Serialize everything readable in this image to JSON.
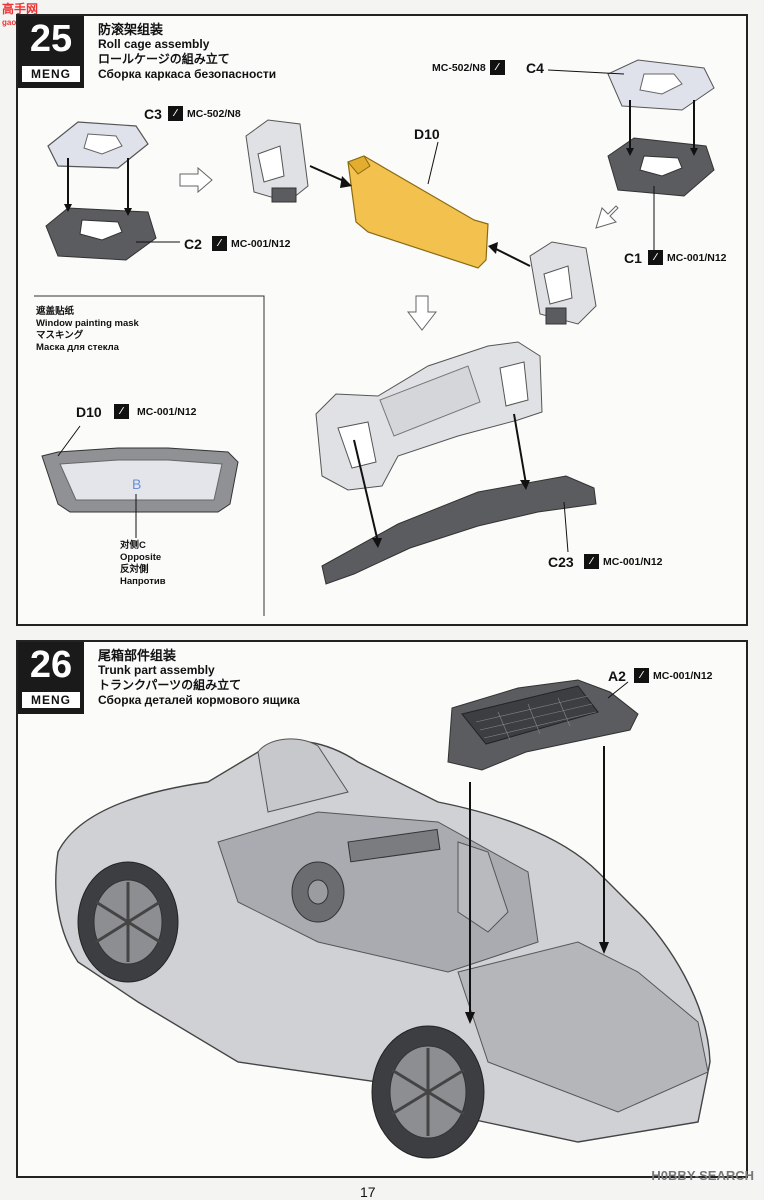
{
  "watermark_top": {
    "main": "高手网",
    "sub": "gao-shou.com"
  },
  "watermark_bottom": "H0BBY-SEARCH",
  "page_number": "17",
  "brand": "MENG",
  "step25": {
    "number": "25",
    "title_cn": "防滚架组装",
    "title_en": "Roll cage assembly",
    "title_jp": "ロールケージの組み立て",
    "title_ru": "Сборка каркаса безопасности",
    "parts": {
      "c3": "C3",
      "c4": "C4",
      "c2": "C2",
      "c1": "C1",
      "d10": "D10",
      "c23": "C23"
    },
    "paints": {
      "c3": "MC-502/N8",
      "c4": "MC-502/N8",
      "c2": "MC-001/N12",
      "c1": "MC-001/N12",
      "d10_mask": "MC-001/N12",
      "c23": "MC-001/N12"
    },
    "mask_box": {
      "title_cn": "遮盖贴纸",
      "title_en": "Window painting mask",
      "title_jp": "マスキング",
      "title_ru": "Маска для стекла",
      "part": "D10",
      "marker": "B",
      "opp_cn": "对侧C",
      "opp_en": "Opposite",
      "opp_jp": "反対側",
      "opp_ru": "Напротив"
    }
  },
  "step26": {
    "number": "26",
    "title_cn": "尾箱部件组装",
    "title_en": "Trunk part assembly",
    "title_jp": "トランクパーツの組み立て",
    "title_ru": "Сборка деталей кормового ящика",
    "part": "A2",
    "paint": "MC-001/N12"
  },
  "colors": {
    "dark_part": "#5a5c5f",
    "light_part": "#dcdde0",
    "highlight_part": "#f2c14e",
    "frame": "#222222"
  }
}
